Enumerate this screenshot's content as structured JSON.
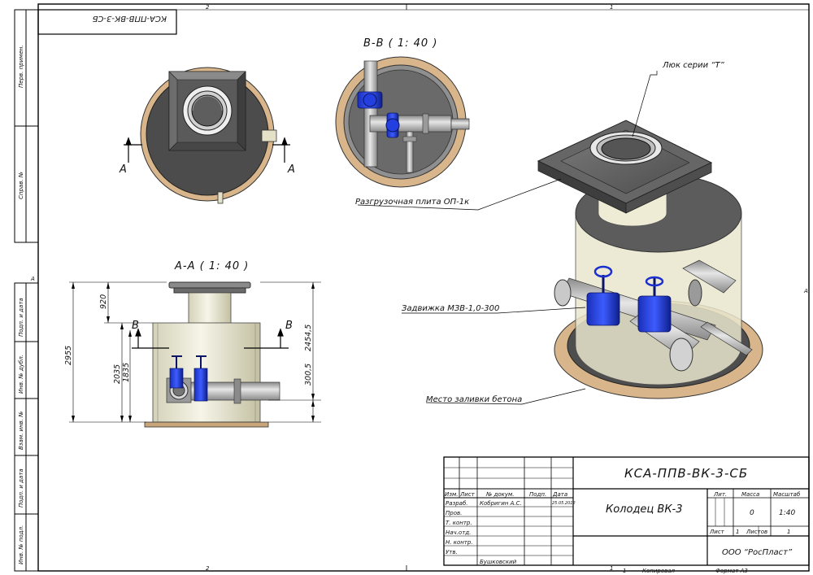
{
  "drawing": {
    "code": "КСА-ППВ-ВК-3-СБ",
    "code_rotated": "КСА-ППВ-ВК-3-СБ",
    "product_name": "Колодец ВК-3",
    "company": "ООО “РосПласт”",
    "format": "Формат А3",
    "copied": "Копировал",
    "copy_index": "1"
  },
  "zones": {
    "top_left": "2",
    "top_right": "1",
    "bottom_left": "2",
    "bottom_right": "1",
    "side_left": "A",
    "side_right": "A"
  },
  "side_strip": {
    "upper": [
      "Перв. примен.",
      "Справ. №"
    ],
    "lower": [
      "Подп. и дата",
      "Инв. № дубл.",
      "Взам. инв. №",
      "Подп. и дата",
      "Инв. № подл."
    ]
  },
  "views": {
    "section_bb": "В-В ( 1: 40 )",
    "section_aa": "А-А ( 1: 40 )",
    "cut_a": "А",
    "cut_b": "В"
  },
  "callouts": {
    "hatch": "Люк серии “Т”",
    "plate": "Разгрузочная плита ОП-1к",
    "valve": "Задвижка МЗВ-1,0-300",
    "concrete": "Место заливки бетона"
  },
  "dimensions": {
    "total_height": "2955",
    "neck": "920",
    "body_outer": "2035",
    "body_inner": "1835",
    "right_total": "2454,5",
    "pipe_axis": "300,5"
  },
  "title_block": {
    "headers": {
      "izm": "Изм.",
      "list": "Лист",
      "doc": "№ докум.",
      "sign": "Подп.",
      "date": "Дата"
    },
    "rows": [
      {
        "role": "Разраб.",
        "name": "Кобригин А.С.",
        "date": "25.05.2012"
      },
      {
        "role": "Пров.",
        "name": "",
        "date": ""
      },
      {
        "role": "Т. контр.",
        "name": "",
        "date": ""
      },
      {
        "role": "Нач.отд.",
        "name": "",
        "date": ""
      },
      {
        "role": "Н. контр.",
        "name": "",
        "date": ""
      },
      {
        "role": "Утв.",
        "name": "Бушковский",
        "date": ""
      }
    ],
    "lit": "Лит.",
    "mass": "Масса",
    "scale": "Масштаб",
    "mass_value": "0",
    "scale_value": "1:40",
    "sheet_label": "Лист",
    "sheet_value": "1",
    "sheets_label": "Листов",
    "sheets_value": "1"
  }
}
